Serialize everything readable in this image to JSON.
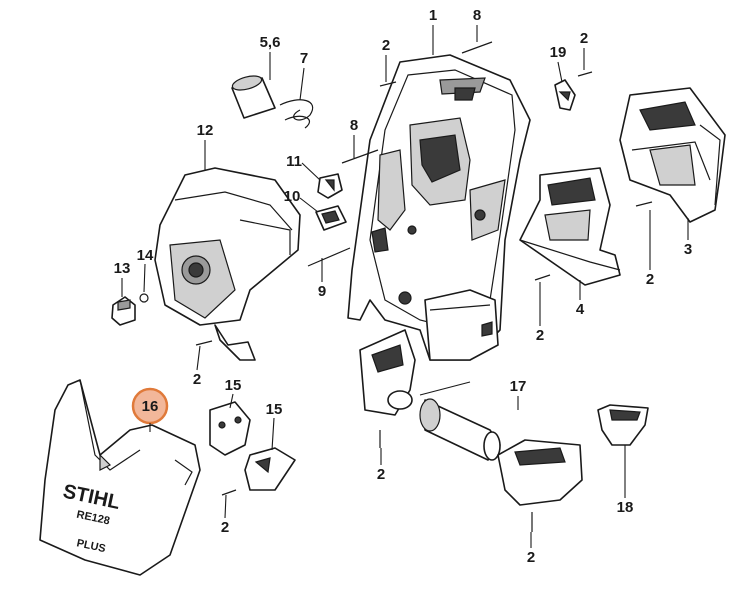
{
  "colors": {
    "ink": "#1a1a1a",
    "highlight_fill": "#f2b79a",
    "highlight_stroke": "#e07a3a",
    "shade": "#3a3a3a"
  },
  "labels": {
    "p1": "1",
    "p8a": "8",
    "p56": "5,6",
    "p7": "7",
    "p2a": "2",
    "p19": "19",
    "p2b": "2",
    "p12": "12",
    "p8b": "8",
    "p11": "11",
    "p10": "10",
    "p3": "3",
    "p14": "14",
    "p13": "13",
    "p9": "9",
    "p2c": "2",
    "p4": "4",
    "p2d": "2",
    "p2e": "2",
    "p15a": "15",
    "p15b": "15",
    "p17": "17",
    "p2f": "2",
    "p18": "18",
    "p2g": "2",
    "p2h": "2"
  },
  "highlight": {
    "label": "16"
  },
  "cover_text": {
    "brand": "STIHL",
    "model": "RE128",
    "variant": "PLUS"
  },
  "icons": [
    "screw-icon",
    "cord-icon",
    "switch-icon",
    "knob-icon",
    "capacitor-icon"
  ]
}
